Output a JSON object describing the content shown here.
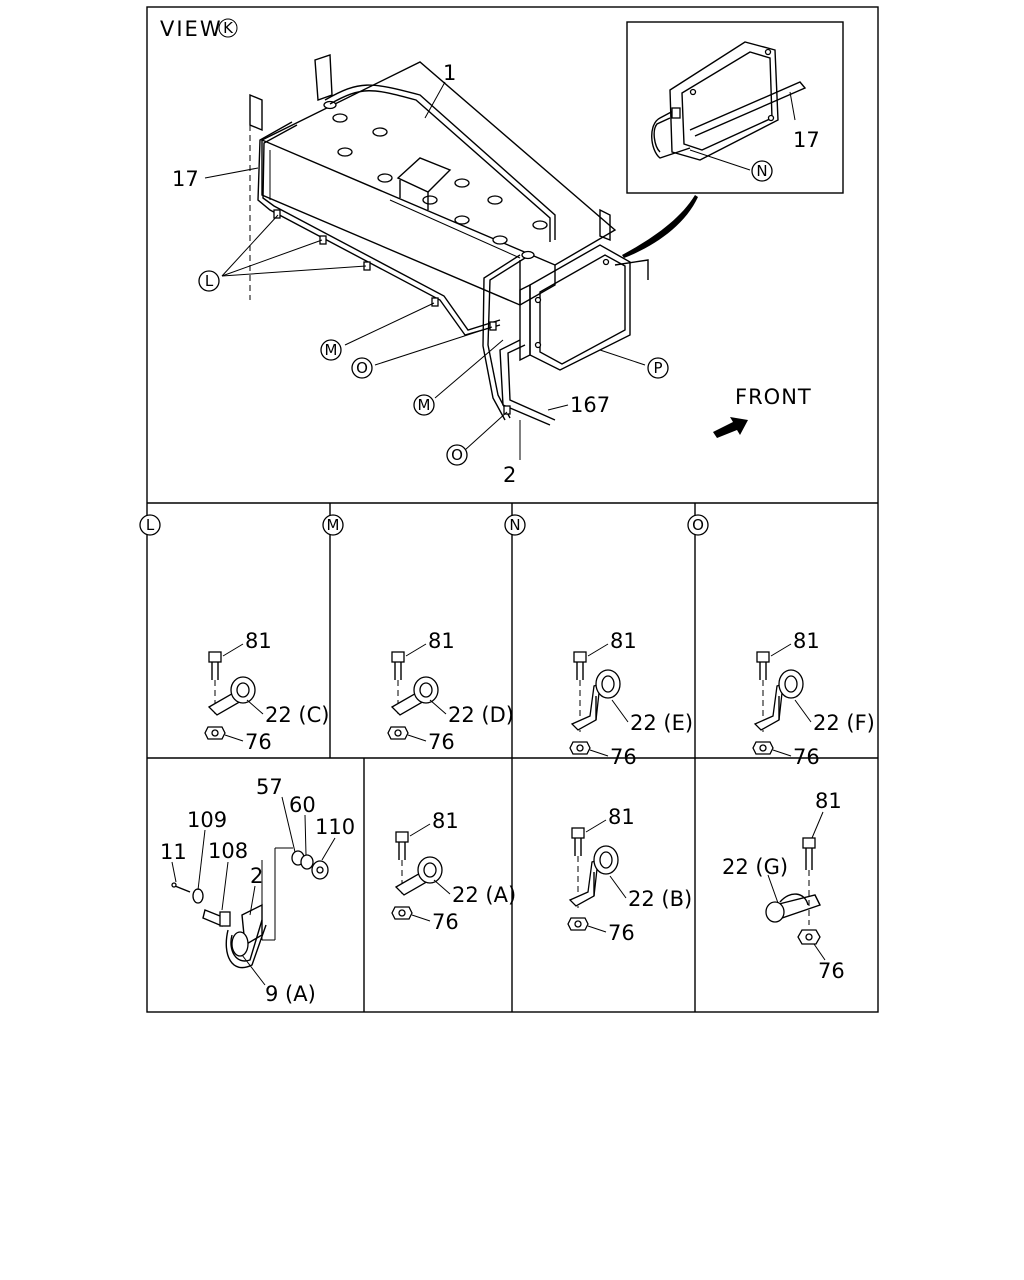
{
  "main_view": {
    "view_word": "VIEW",
    "view_ref": "K",
    "front_label": "FRONT",
    "callouts": {
      "pipe_top": "1",
      "pipe_left": "17",
      "pipe_inset": "17",
      "pipe_lower": "167",
      "pipe_bottom": "2",
      "clamp_L": "L",
      "clamp_M_upper": "M",
      "clamp_M_lower": "M",
      "clamp_O_upper": "O",
      "clamp_O_lower": "O",
      "clamp_N_inset": "N",
      "unit_P": "P"
    }
  },
  "detail_panels": [
    {
      "ref": "L",
      "bolt": "81",
      "clamp": "22 (C)",
      "nut": "76"
    },
    {
      "ref": "M",
      "bolt": "81",
      "clamp": "22 (D)",
      "nut": "76"
    },
    {
      "ref": "N",
      "bolt": "81",
      "clamp": "22 (E)",
      "nut": "76"
    },
    {
      "ref": "O",
      "bolt": "81",
      "clamp": "22 (F)",
      "nut": "76"
    }
  ],
  "bottom_panels": {
    "fitting": {
      "p57": "57",
      "p60": "60",
      "p110": "110",
      "p109": "109",
      "p11": "11",
      "p108": "108",
      "p2": "2",
      "p9a": "9 (A)"
    },
    "clamp_a": {
      "bolt": "81",
      "clamp": "22 (A)",
      "nut": "76"
    },
    "clamp_b": {
      "bolt": "81",
      "clamp": "22 (B)",
      "nut": "76"
    },
    "clamp_g": {
      "bolt": "81",
      "clamp": "22 (G)",
      "nut": "76"
    }
  }
}
